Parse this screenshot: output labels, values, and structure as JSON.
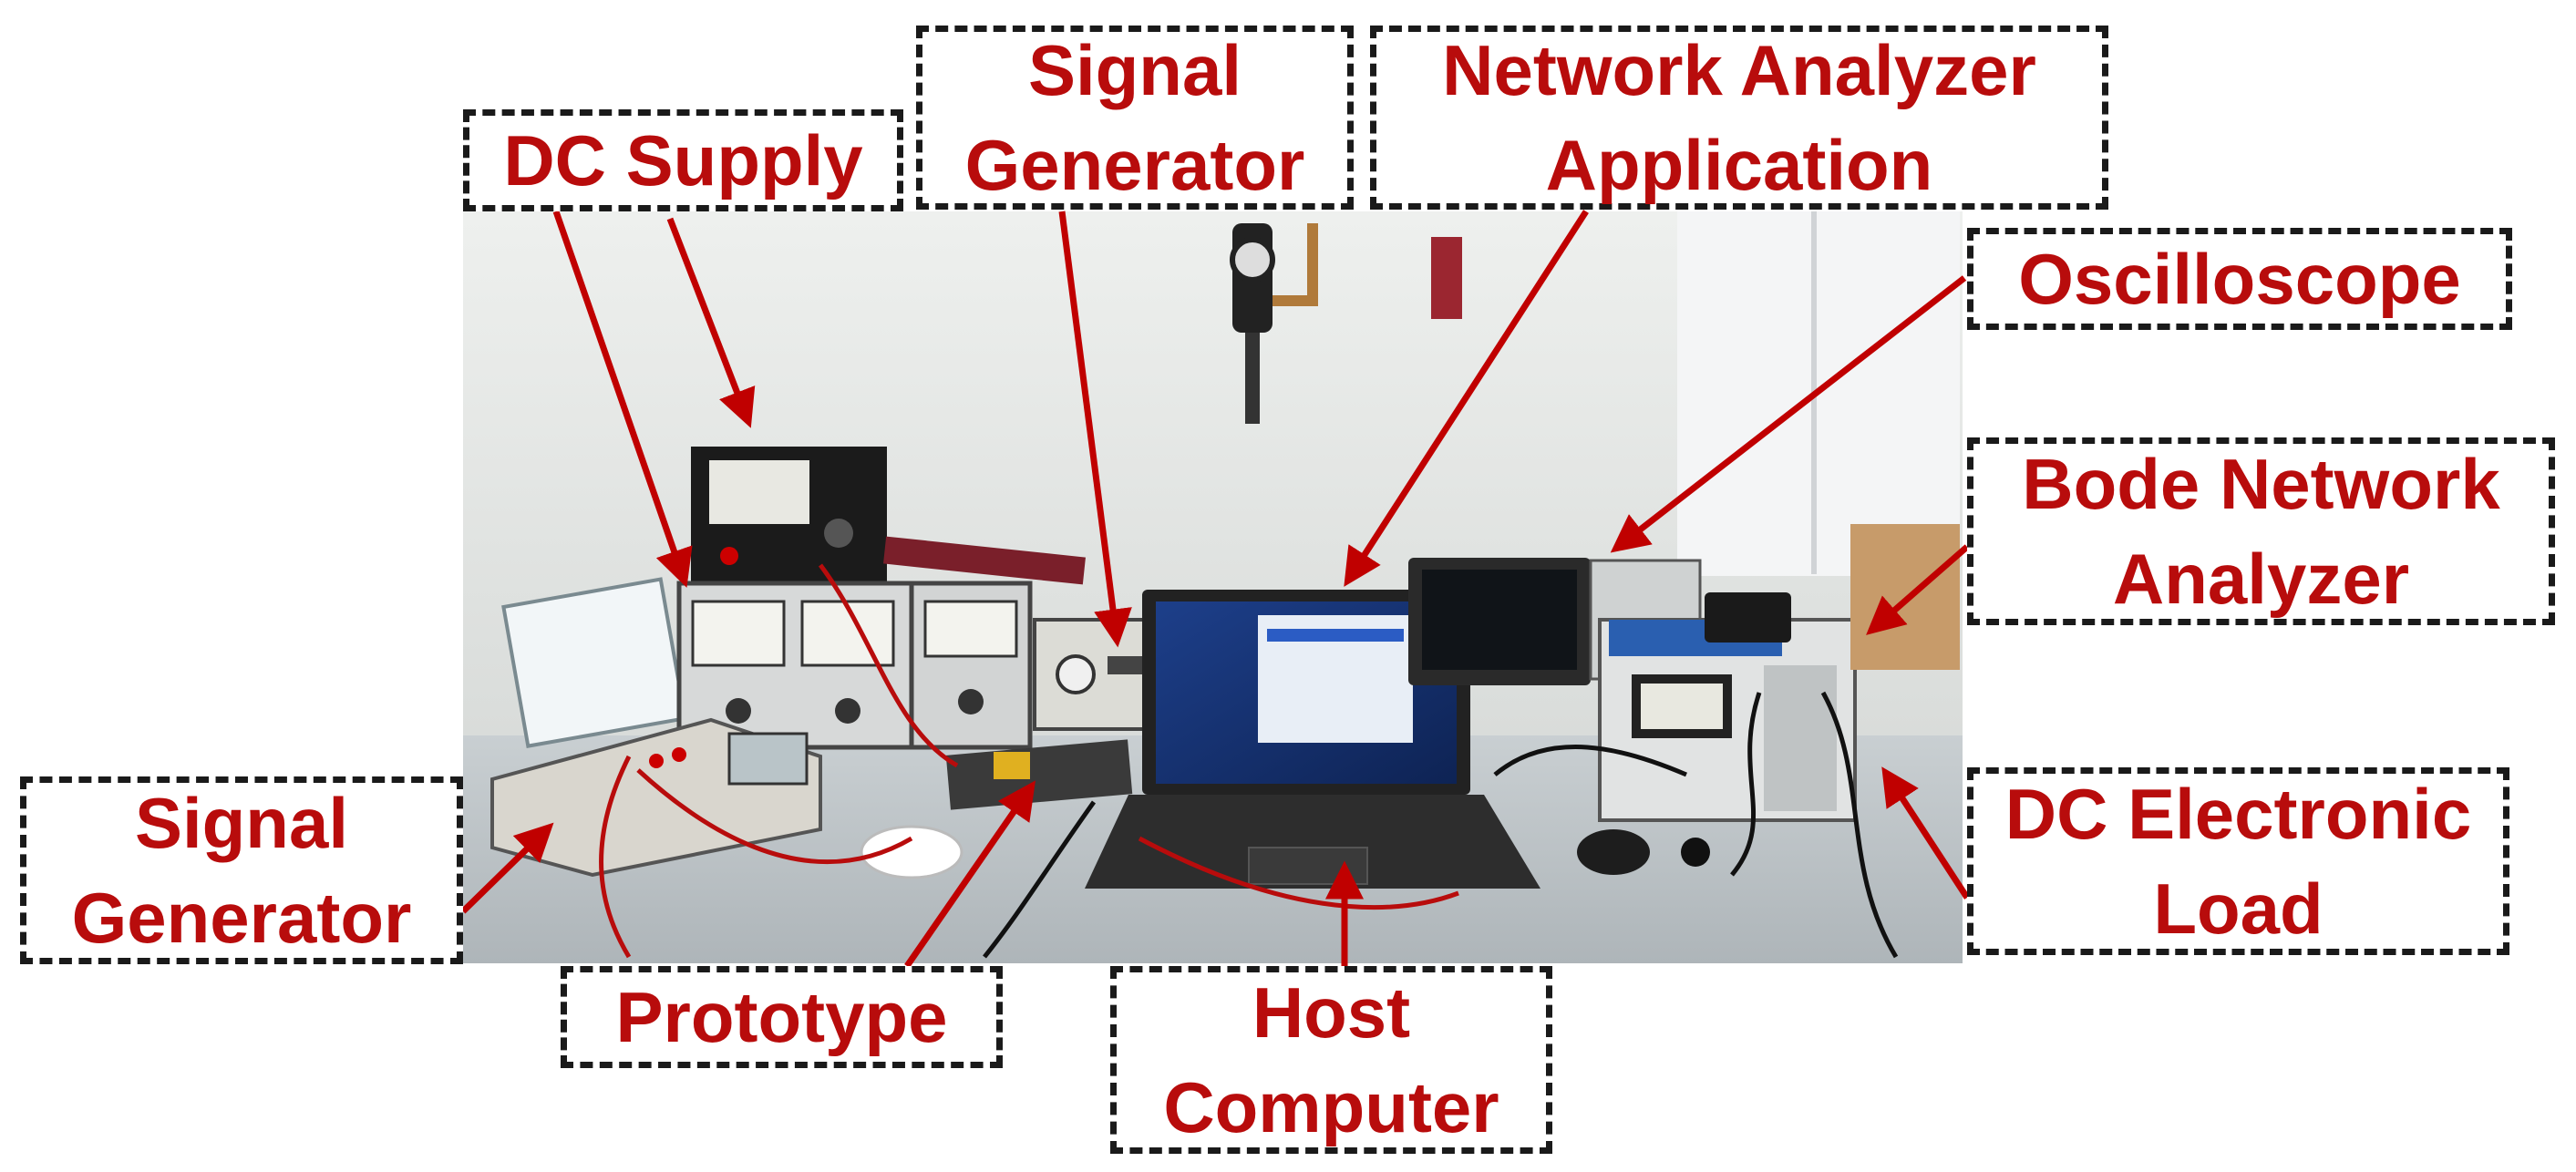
{
  "labels": {
    "dc_supply": [
      "DC Supply"
    ],
    "signal_generator_top": [
      "Signal",
      "Generator"
    ],
    "network_analyzer_app": [
      "Network Analyzer",
      "Application"
    ],
    "oscilloscope": [
      "Oscilloscope"
    ],
    "bode_network_analyzer": [
      "Bode Network",
      "Analyzer"
    ],
    "dc_electronic_load": [
      "DC Electronic",
      "Load"
    ],
    "signal_generator_left": [
      "Signal",
      "Generator"
    ],
    "prototype": [
      "Prototype"
    ],
    "host_computer": [
      "Host",
      "Computer"
    ]
  },
  "colors": {
    "label_text": "#b80c0c",
    "arrow": "#c00000",
    "box_border": "#1a1a1a"
  }
}
